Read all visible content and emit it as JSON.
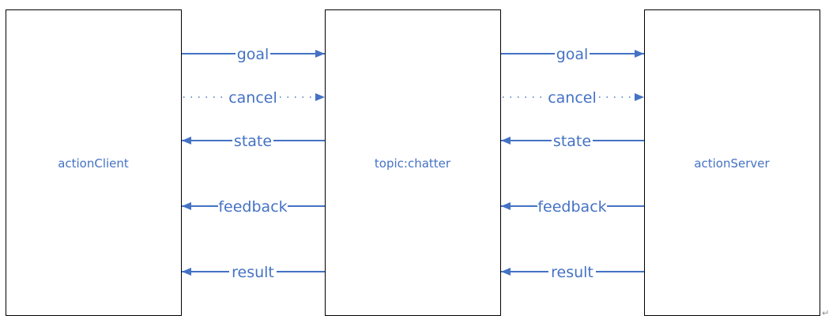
{
  "nodes": {
    "client": "actionClient",
    "topic": "topic:chatter",
    "server": "actionServer"
  },
  "messages": {
    "goal": "goal",
    "cancel": "cancel",
    "state": "state",
    "feedback": "feedback",
    "result": "result"
  },
  "colors": {
    "box_border": "#000000",
    "accent": "#4472c4"
  },
  "paragraph_mark": "↵"
}
